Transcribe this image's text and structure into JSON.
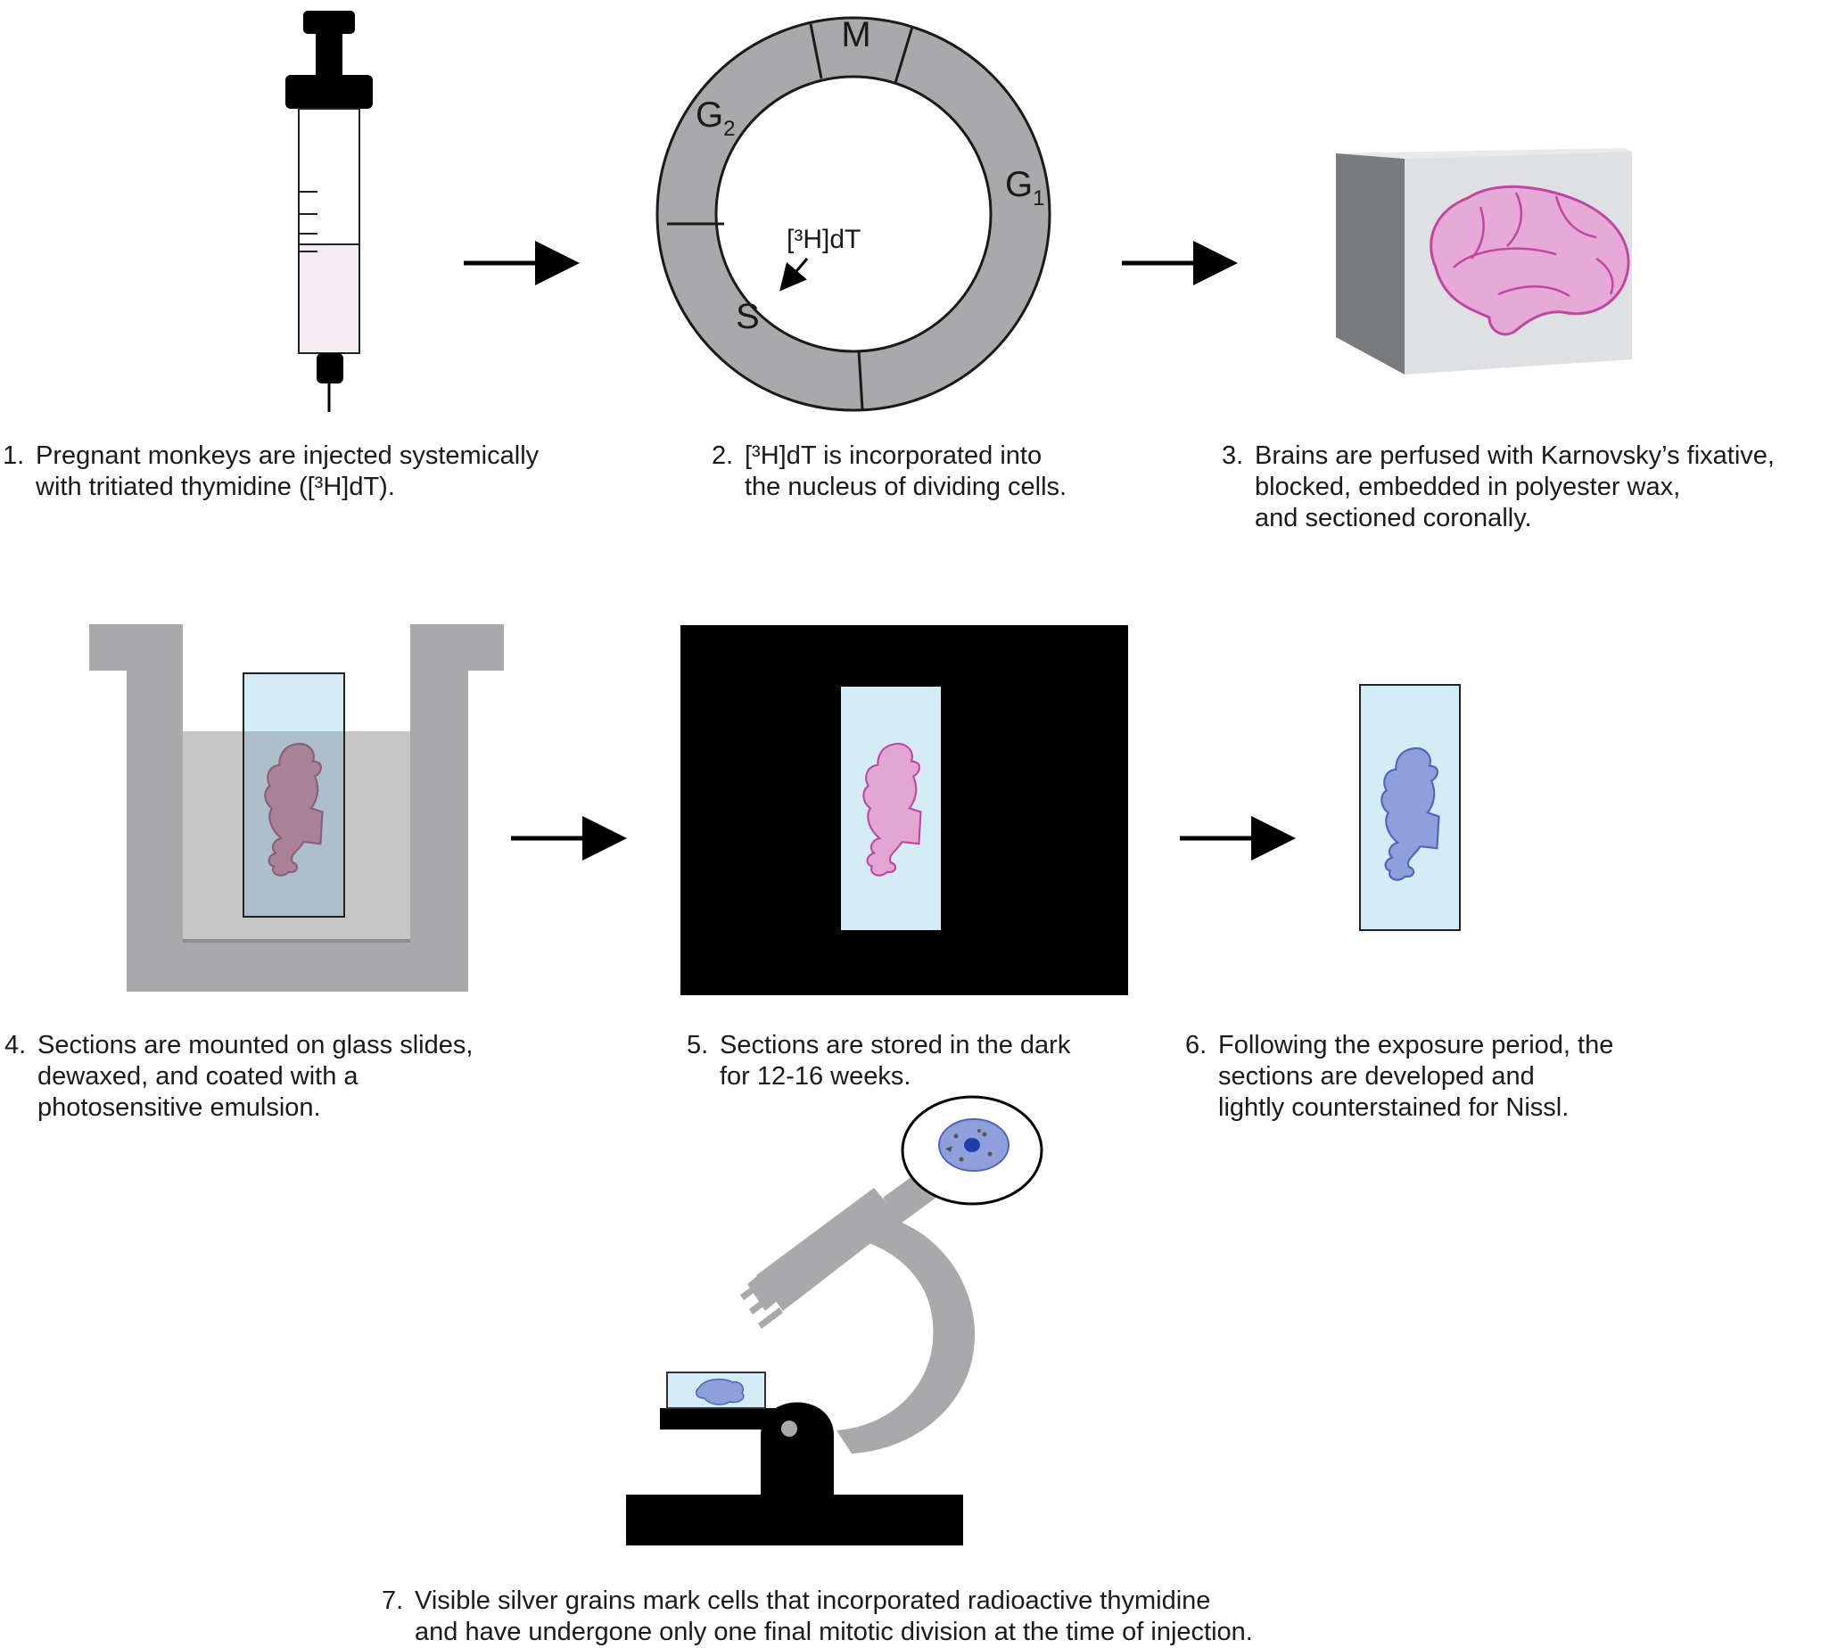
{
  "cell_cycle": {
    "m": "M",
    "g2": "G",
    "g2_sub": "2",
    "g1": "G",
    "g1_sub": "1",
    "s": "S",
    "label": "[³H]dT"
  },
  "steps": [
    {
      "num": "1.",
      "lines": [
        "Pregnant monkeys are injected systemically",
        "with tritiated thymidine ([³H]dT)."
      ]
    },
    {
      "num": "2.",
      "lines": [
        "[³H]dT is incorporated into",
        "the nucleus of dividing cells."
      ]
    },
    {
      "num": "3.",
      "lines": [
        "Brains are perfused with Karnovsky’s fixative,",
        "blocked, embedded in polyester wax,",
        "and sectioned coronally."
      ]
    },
    {
      "num": "4.",
      "lines": [
        "Sections are mounted on glass slides,",
        "dewaxed, and coated with a",
        "photosensitive emulsion."
      ]
    },
    {
      "num": "5.",
      "lines": [
        "Sections are stored in the dark",
        "for 12-16 weeks."
      ]
    },
    {
      "num": "6.",
      "lines": [
        "Following the exposure period, the",
        "sections are developed and",
        "lightly counterstained for Nissl."
      ]
    },
    {
      "num": "7.",
      "lines": [
        "Visible silver grains mark cells that incorporated radioactive thymidine",
        "and have undergone only one final mitotic division at the time of injection."
      ]
    }
  ],
  "colors": {
    "gray": "#a9a9ab",
    "black": "#000000",
    "slide": "#d3ecf6",
    "pink": "#e3a6d3",
    "pink_stroke": "#c0479f",
    "nissl": "#8f9fdc",
    "nissl_stroke": "#4f63b8"
  }
}
